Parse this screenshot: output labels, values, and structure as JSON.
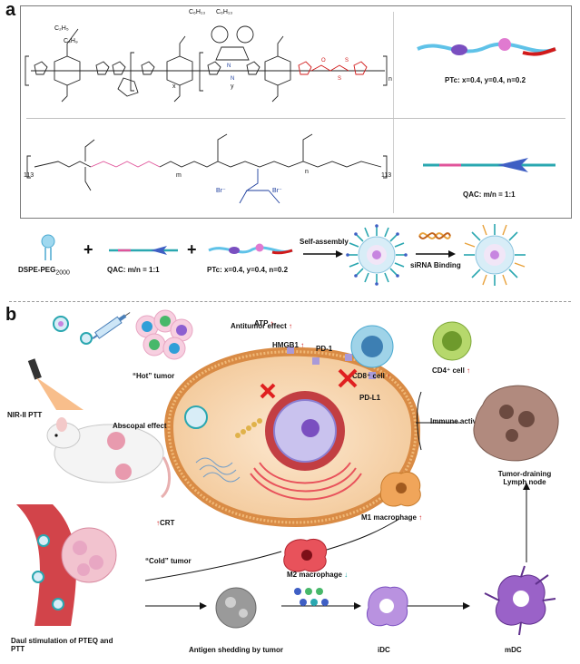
{
  "panel_a": {
    "letter": "a",
    "polymer_ptc": {
      "substituents": [
        "C₂H₅",
        "C₄H₉",
        "C₆H₁₃",
        "C₆H₁₃"
      ],
      "subscripts": {
        "x": "x",
        "y": "y",
        "n": "n"
      },
      "caption": "PTc: x=0.4, y=0.4, n=0.2"
    },
    "polymer_qac": {
      "end_left": "113",
      "end_right": "113",
      "m": "m",
      "n": "n",
      "ion_left": "Br⁻",
      "ion_right": "Br⁻",
      "caption": "QAC: m/n = 1:1"
    },
    "assembly": {
      "plus": "+",
      "dspe": "DSPE-PEG",
      "dspe_sub": "2000",
      "qac_label": "QAC: m/n = 1:1",
      "ptc_label": "PTc: x=0.4, y=0.4, n=0.2",
      "step1": "Self-assembly",
      "step2": "siRNA Binding"
    }
  },
  "panel_b": {
    "letter": "b",
    "labels": {
      "nir": "NIR-II PTT",
      "hot_tumor": "“Hot” tumor",
      "antitumor": "Antitumor effect",
      "abscopal": "Abscopal effect",
      "atp": "ATP",
      "hmgb1": "HMGB1",
      "pd1": "PD-1",
      "pdl1": "PD-L1",
      "cd8": "CD8⁺ cell",
      "cd4": "CD4⁺ cell",
      "immune": "Immune activation",
      "lymph": "Tumor-draining Lymph node",
      "crt": "CRT",
      "m1": "M1 macrophage",
      "m2": "M2 macrophage",
      "cold_tumor": "“Cold” tumor",
      "dual": "Daul stimulation of PTEQ and PTT",
      "antigen": "Antigen shedding by tumor",
      "idc": "iDC",
      "mdc": "mDC"
    }
  },
  "colors": {
    "teal": "#19a7a7",
    "red": "#d11a1a",
    "pink_segment": "#e0549a",
    "blue_chem": "#1d3e9e",
    "membrane_orange": "#e8a25c",
    "mito_red": "#b8222d"
  }
}
